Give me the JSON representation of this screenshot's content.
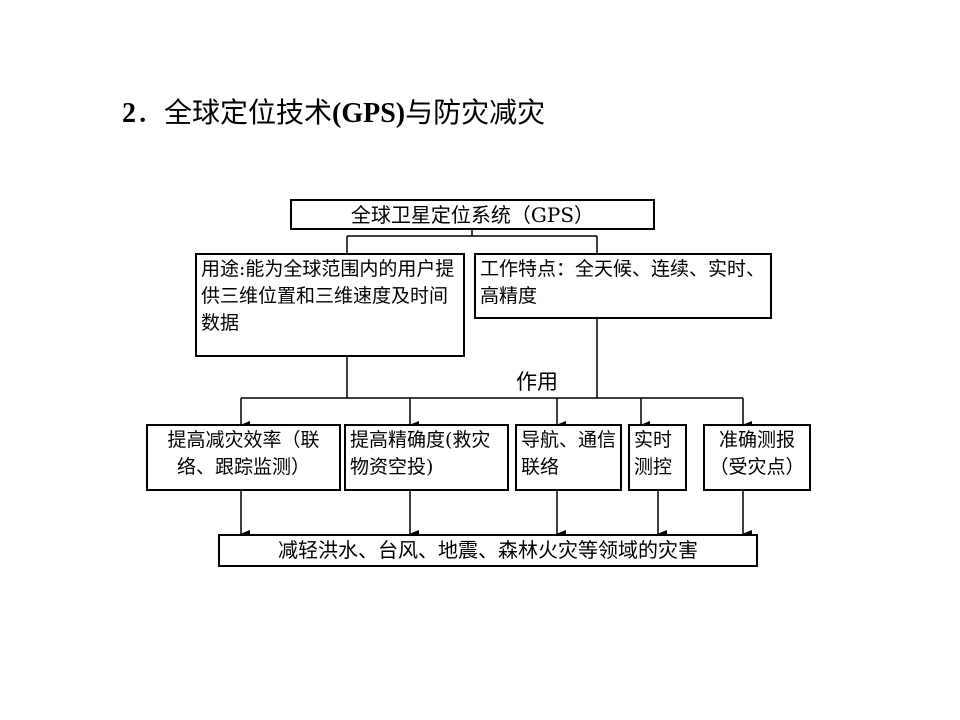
{
  "title": {
    "number": "2",
    "sep": "．",
    "text_a": "全球定位技术",
    "text_abbr": "(GPS)",
    "text_b": "与防灾减灾"
  },
  "diagram": {
    "top": "全球卫星定位系统（GPS）",
    "use": "用途:能为全球范围内的用户提供三维位置和三维速度及时间数据",
    "feature": "工作特点：全天候、连续、实时、高精度",
    "role_label": "作用",
    "effects": [
      "提高减灾效率（联络、跟踪监测）",
      "提高精确度(救灾物资空投)",
      "导航、通信联络",
      "实时测控",
      "准确测报（受灾点）"
    ],
    "bottom": "减轻洪水、台风、地震、森林火灾等领域的灾害"
  }
}
